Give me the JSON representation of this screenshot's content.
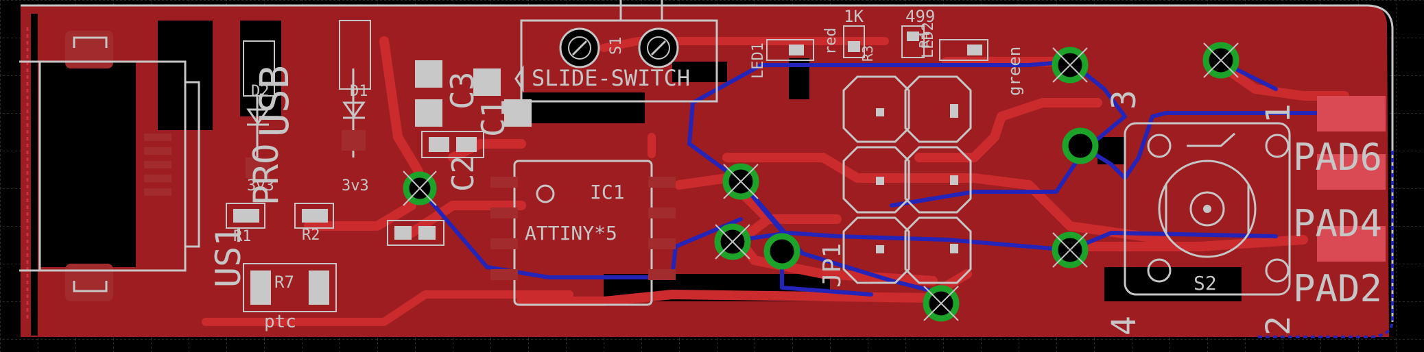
{
  "colors": {
    "background": "#000000",
    "copper_top": "#9e1d21",
    "trace_top": "#cb2b2d",
    "trace_bottom": "#2424b8",
    "via_ring": "#1ea32a",
    "silkscreen": "#c6c6c6",
    "grid": "#3a3a3a"
  },
  "labels": {
    "usb": "USB",
    "us1": "US1",
    "d2": "D2",
    "d1": "D1",
    "d2_value": "3v3",
    "d1_value": "3v3",
    "r1": "R1",
    "r2": "R2",
    "r7": "R7",
    "r7_value": "ptc",
    "c3": "C3",
    "c1": "C1",
    "c2": "C2",
    "pro": "PRO",
    "s1": "S1",
    "switch": "SLIDE-SWITCH",
    "ic1": "IC1",
    "ic1_value": "ATTINY*5",
    "led1": "LED1",
    "led2": "LED2",
    "red": "red",
    "green": "green",
    "r_1k": "1K",
    "r_499": "499",
    "r3": "R3",
    "r4": "R4",
    "jp1": "JP1",
    "s2": "S2",
    "pin1": "1",
    "pin2": "2",
    "pin3": "3",
    "pin4": "4",
    "pad6": "PAD6",
    "pad4": "PAD4",
    "pad2": "PAD2"
  }
}
